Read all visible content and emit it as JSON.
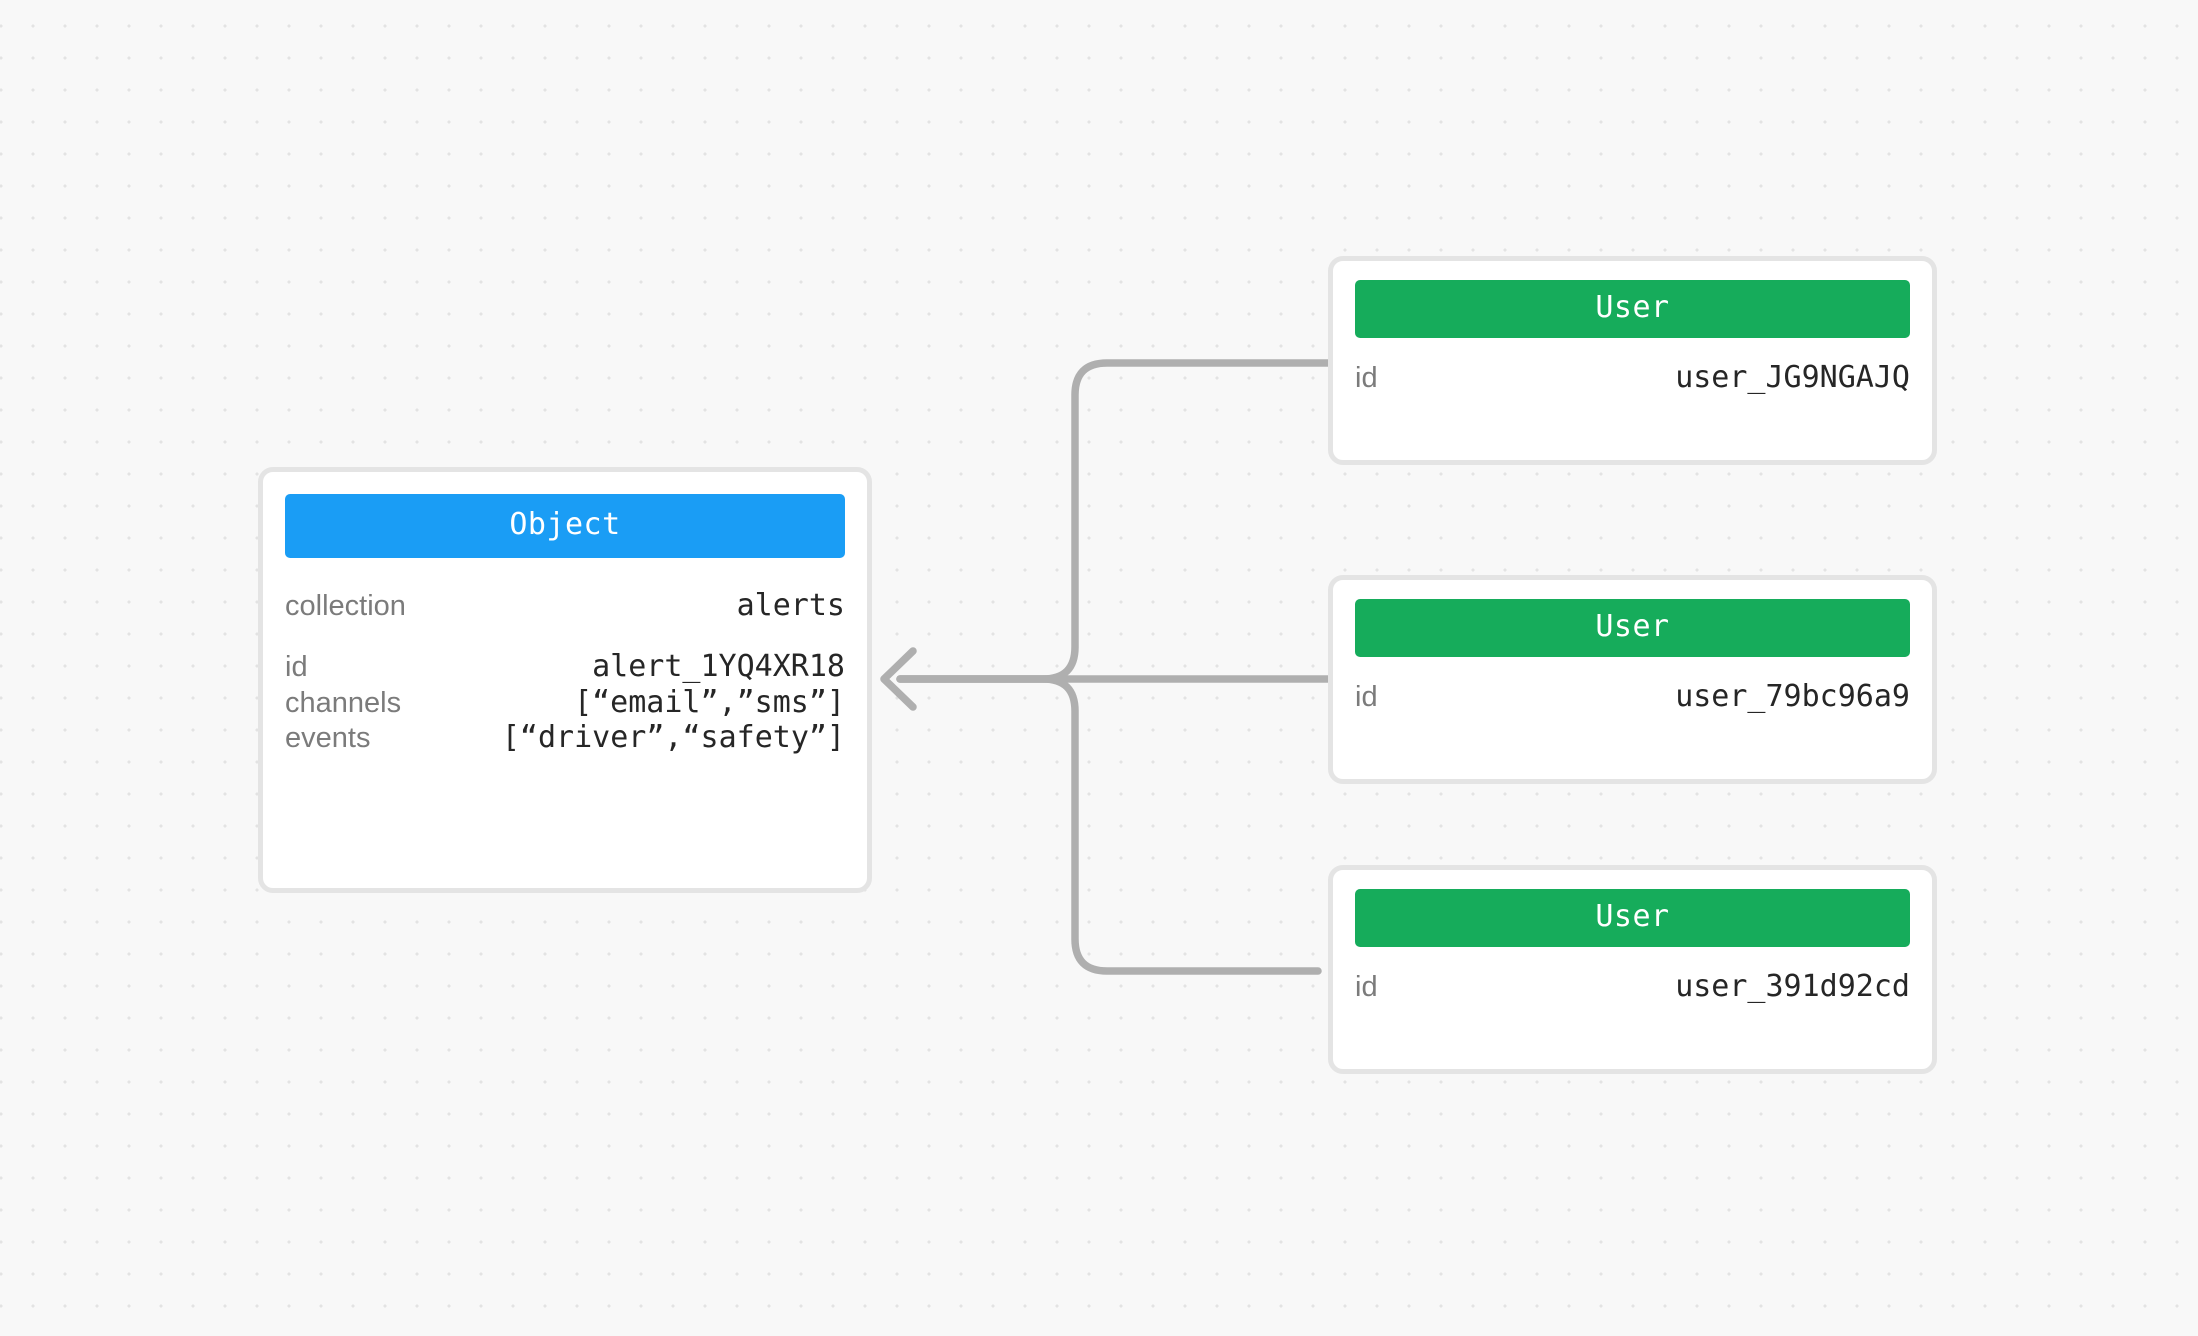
{
  "canvas": {
    "background_color": "#f8f8f8",
    "dot_color": "#e3e3e3",
    "edge_color": "#afafaf"
  },
  "object_node": {
    "header_label": "Object",
    "header_color": "#1a9df5",
    "primary": [
      {
        "key": "collection",
        "value": "alerts"
      }
    ],
    "properties": [
      {
        "key": "id",
        "value": "alert_1YQ4XR18"
      },
      {
        "key": "channels",
        "value": "[“email”,”sms”]"
      },
      {
        "key": "events",
        "value": "[“driver”,“safety”]"
      }
    ]
  },
  "user_nodes": [
    {
      "header_label": "User",
      "header_color": "#16ac5b",
      "properties": [
        {
          "key": "id",
          "value": "user_JG9NGAJQ"
        }
      ]
    },
    {
      "header_label": "User",
      "header_color": "#16ac5b",
      "properties": [
        {
          "key": "id",
          "value": "user_79bc96a9"
        }
      ]
    },
    {
      "header_label": "User",
      "header_color": "#16ac5b",
      "properties": [
        {
          "key": "id",
          "value": "user_391d92cd"
        }
      ]
    }
  ],
  "edges": [
    {
      "from": "user-0",
      "to": "object",
      "direction": "left"
    },
    {
      "from": "user-1",
      "to": "object",
      "direction": "left"
    },
    {
      "from": "user-2",
      "to": "object",
      "direction": "left"
    }
  ]
}
